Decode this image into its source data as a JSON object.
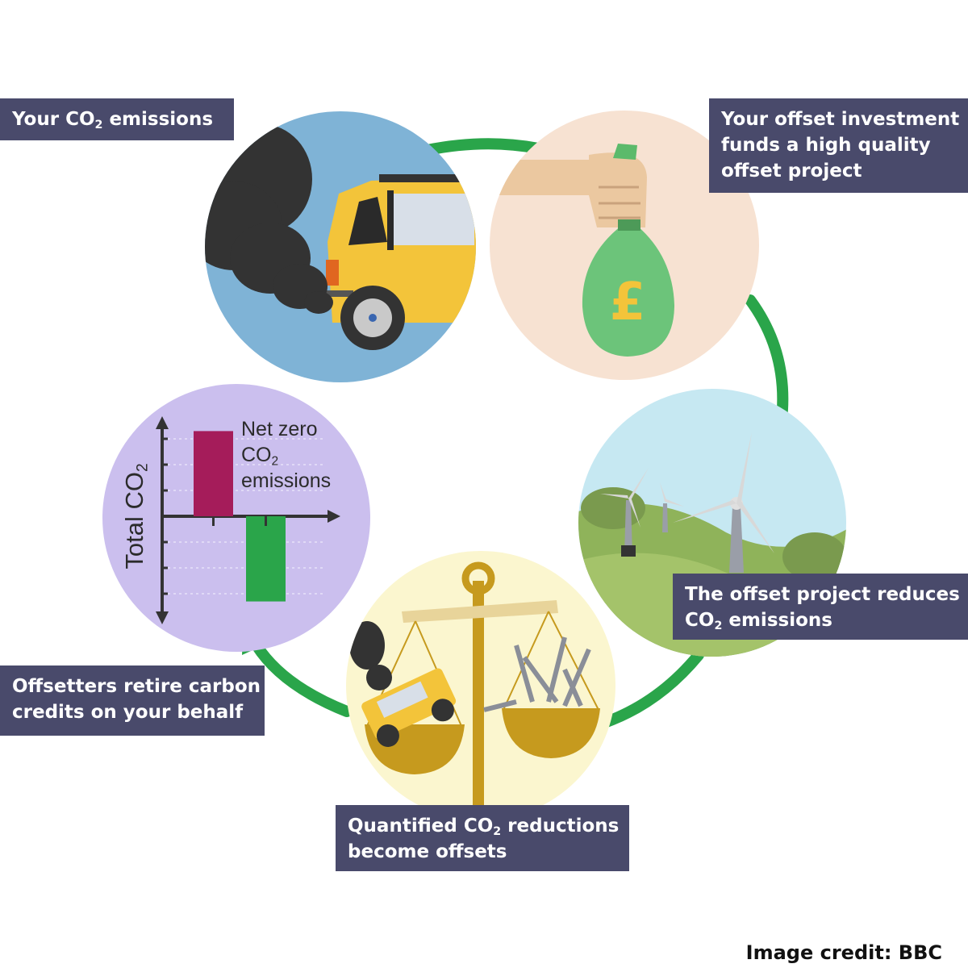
{
  "colors": {
    "arrow": "#2aa54a",
    "label_bg": "#494a6b",
    "label_text": "#ffffff",
    "bar_positive": "#a51c5a",
    "bar_negative": "#2aa54a",
    "circle_car": "#7fb3d6",
    "circle_money": "#f7e2d2",
    "circle_wind": "#c6e8f2",
    "circle_scales": "#fbf6cf",
    "circle_chart": "#cbbfee"
  },
  "icons": [
    "car-icon",
    "money-bag-icon",
    "wind-turbine-icon",
    "balance-scale-icon",
    "bar-chart-icon",
    "arrow-icon"
  ],
  "labels": {
    "emissions": {
      "line1_pre": "Your CO",
      "line1_sub": "2",
      "line1_post": " emissions"
    },
    "investment": {
      "line1": "Your offset investment",
      "line2": "funds a high quality",
      "line3": "offset project"
    },
    "reduces": {
      "line1": "The offset project reduces",
      "line2_pre": "CO",
      "line2_sub": "2",
      "line2_post": " emissions"
    },
    "quantified": {
      "line1_pre": "Quantified CO",
      "line1_sub": "2",
      "line1_post": " reductions",
      "line2": "become offsets"
    },
    "retire": {
      "line1": "Offsetters retire carbon",
      "line2": "credits on your behalf"
    }
  },
  "money_symbol": "£",
  "chart_data": {
    "type": "bar",
    "ylabel_pre": "Total CO",
    "ylabel_sub": "2",
    "annotation": {
      "line1": "Net zero",
      "line2_pre": "CO",
      "line2_sub": "2",
      "line3": "emissions"
    },
    "series": [
      {
        "values": [
          3.3,
          -3.3
        ]
      }
    ],
    "ylim": [
      -3.5,
      3.5
    ]
  },
  "credit": "Image credit: BBC"
}
